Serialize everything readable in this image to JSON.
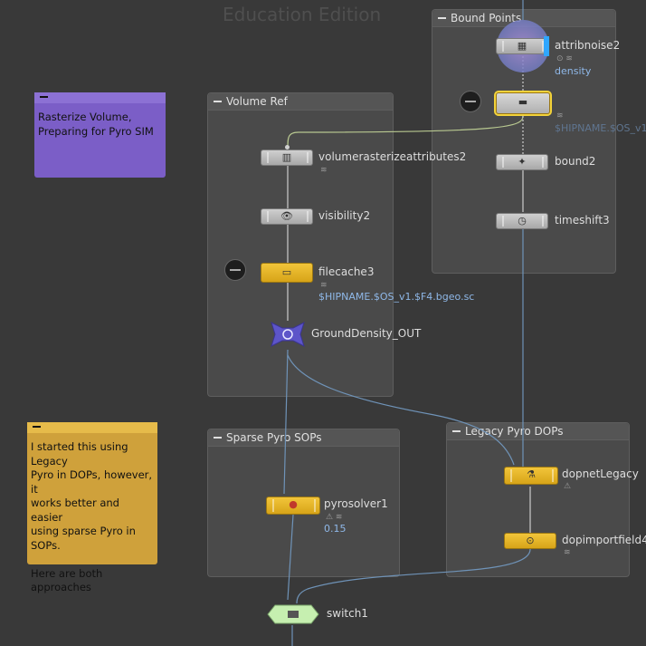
{
  "watermark": "Education Edition",
  "network_boxes": {
    "bound_points": "Bound Points",
    "volume_ref": "Volume Ref",
    "sparse_pyro": "Sparse Pyro SOPs",
    "legacy_pyro": "Legacy Pyro DOPs"
  },
  "sticky_notes": {
    "rasterize": "Rasterize Volume,\nPreparing for Pyro SIM",
    "approach": "I started this using Legacy\nPyro in DOPs, however, it\nworks better and easier\nusing sparse Pyro in SOPs.\n\nHere are both approaches"
  },
  "nodes": {
    "attribnoise2": {
      "name": "attribnoise2",
      "sub": "density"
    },
    "hidden_file": {
      "sub": "$HIPNAME.$OS_v1.$"
    },
    "bound2": {
      "name": "bound2"
    },
    "timeshift3": {
      "name": "timeshift3"
    },
    "volumerasterizeattributes2": {
      "name": "volumerasterizeattributes2"
    },
    "visibility2": {
      "name": "visibility2"
    },
    "filecache3": {
      "name": "filecache3",
      "sub": "$HIPNAME.$OS_v1.$F4.bgeo.sc"
    },
    "ground_density_out": {
      "name": "GroundDensity_OUT"
    },
    "pyrosolver1": {
      "name": "pyrosolver1",
      "sub": "0.15"
    },
    "dopnet_legacy": {
      "name": "dopnetLegacy"
    },
    "dopimportfield4": {
      "name": "dopimportfield4"
    },
    "switch1": {
      "name": "switch1"
    }
  },
  "colors": {
    "background": "#393939",
    "wire": "#6f93b8",
    "purple_note": "#7b5ec7",
    "yellow_note": "#e2b63f",
    "node_yellow": "#f2c53a",
    "switch_green": "#c6efb0"
  }
}
